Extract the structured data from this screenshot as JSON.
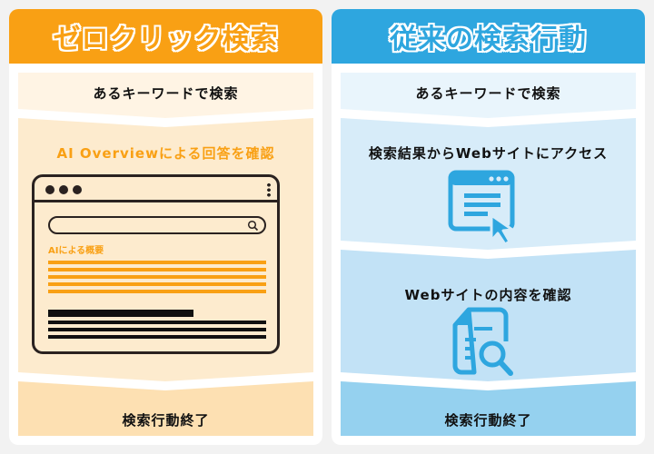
{
  "left_panel": {
    "title": "ゼロクリック検索",
    "accent_color": "#f9a014",
    "steps": [
      {
        "label": "あるキーワードで検索"
      },
      {
        "label": "AI Overviewによる回答を確認",
        "illustration": {
          "type": "browser-window",
          "section_label": "AIによる概要",
          "orange_lines": 5,
          "black_lines": 3
        }
      },
      {
        "label": "検索行動終了"
      }
    ]
  },
  "right_panel": {
    "title": "従来の検索行動",
    "accent_color": "#2ea6df",
    "steps": [
      {
        "label": "あるキーワードで検索"
      },
      {
        "label": "検索結果からWebサイトにアクセス",
        "icon": "browser-cursor-icon"
      },
      {
        "label": "Webサイトの内容を確認",
        "icon": "document-search-icon"
      },
      {
        "label": "検索行動終了"
      }
    ]
  }
}
